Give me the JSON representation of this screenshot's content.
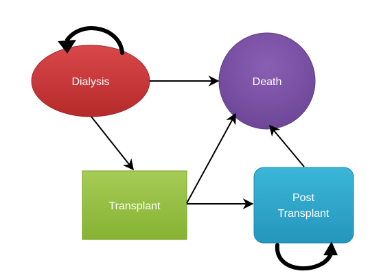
{
  "nodes": {
    "dialysis": {
      "label": "Dialysis",
      "color": "#c9302f"
    },
    "death": {
      "label": "Death",
      "color": "#7e52a8"
    },
    "transplant": {
      "label": "Transplant",
      "color": "#93bf3e"
    },
    "post_transplant": {
      "label_line1": "Post",
      "label_line2": "Transplant",
      "color": "#2ba7cc"
    }
  },
  "edges": [
    {
      "from": "Dialysis",
      "to": "Death"
    },
    {
      "from": "Dialysis",
      "to": "Transplant"
    },
    {
      "from": "Transplant",
      "to": "Death"
    },
    {
      "from": "Transplant",
      "to": "Post Transplant"
    },
    {
      "from": "Post Transplant",
      "to": "Death"
    },
    {
      "from": "Dialysis",
      "to": "Dialysis"
    },
    {
      "from": "Post Transplant",
      "to": "Post Transplant"
    }
  ]
}
